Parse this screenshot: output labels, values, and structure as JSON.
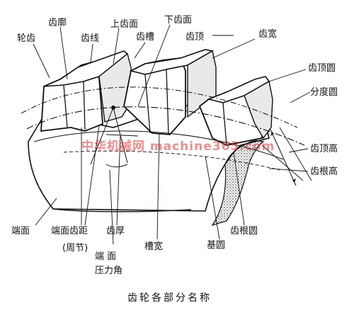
{
  "labels": {
    "lunchi": "轮齿",
    "chikuo": "齿廓",
    "chixian": "齿线",
    "shangchimian": "上齿面",
    "xiachimian": "下齿面",
    "chicao": "齿槽",
    "chiding": "齿顶",
    "chikuan": "齿宽",
    "chidingyuan": "齿顶圆",
    "fenduyuan": "分度圆",
    "chidinggao": "齿顶高",
    "chigengao": "齿根高",
    "chigenyuan": "齿根圆",
    "jiyuan": "基圆",
    "caokuan": "槽宽",
    "chihou": "齿厚",
    "duanmianchiju": "端面齿距",
    "zhoujie": "(周节)",
    "duanmian_left": "端面",
    "duanmian_angle_1": "端  面",
    "duanmian_angle_2": "压力角"
  },
  "caption": "齿轮各部分名称",
  "watermark": "中华机械网 machine365.com"
}
